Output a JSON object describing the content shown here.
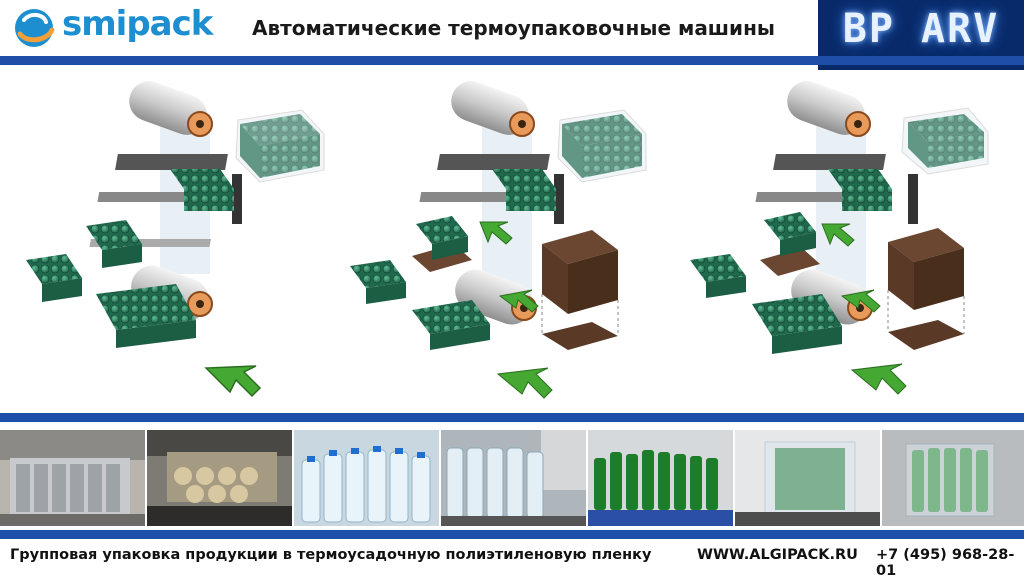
{
  "header": {
    "brand": "smipack",
    "title": "Автоматические термоупаковочные  машины",
    "model": "BP ARV"
  },
  "colors": {
    "brand_blue": "#1d8fd1",
    "logo_orange": "#f2a13a",
    "bar_blue": "#1d4fa8",
    "model_panel": "#082a6a",
    "can_green": "#2f8a6a",
    "arrow_green": "#44a832",
    "carton_brown": "#5a3a26"
  },
  "diagrams": [
    {
      "variant": "film-only",
      "packs": [
        "3x4 row",
        "3x4 row",
        "4x4 block",
        "3x4 wrapped"
      ]
    },
    {
      "variant": "with-tray",
      "packs": [
        "3x4 row",
        "3x5 row",
        "3x4 on tray",
        "3x4 wrapped on tray"
      ]
    },
    {
      "variant": "with-tray",
      "packs": [
        "3x4 row",
        "4x5 block",
        "3x4 on tray",
        "3x4 wrapped on tray"
      ]
    }
  ],
  "photos": [
    {
      "subject": "wrapped-cans"
    },
    {
      "subject": "cans-on-conveyor"
    },
    {
      "subject": "water-bottles"
    },
    {
      "subject": "water-bottles-machine"
    },
    {
      "subject": "green-bottles"
    },
    {
      "subject": "green-bottles-wrapped"
    },
    {
      "subject": "green-bottles-pack"
    }
  ],
  "footer": {
    "description": "Групповая упаковка продукции в термоусадочную полиэтиленовую пленку",
    "website": "WWW.ALGIPACK.RU",
    "phone": "+7 (495) 968-28-01"
  }
}
